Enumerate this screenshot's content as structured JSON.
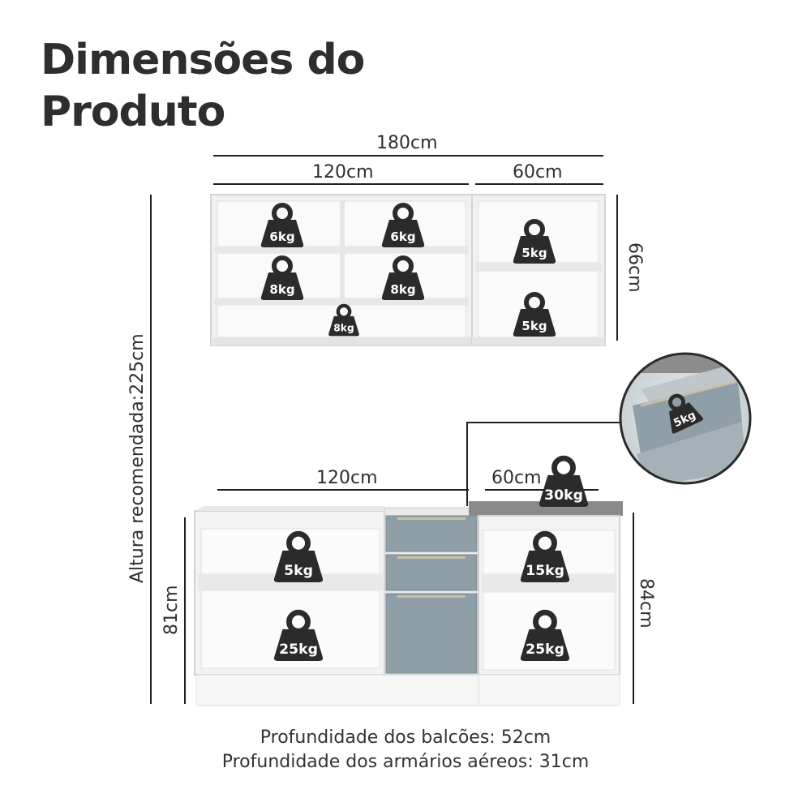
{
  "title": {
    "line1": "Dimensões do",
    "line2": "Produto"
  },
  "dimensions": {
    "total_width": "180cm",
    "upper_left_width": "120cm",
    "upper_right_width": "60cm",
    "upper_height": "66cm",
    "lower_left_width": "120cm",
    "lower_right_width": "60cm",
    "lower_left_height": "81cm",
    "lower_right_height": "84cm",
    "recommended_height": "Altura recomendada:225cm"
  },
  "weights": {
    "upper_l_r1_a": "6kg",
    "upper_l_r1_b": "6kg",
    "upper_l_r2_a": "8kg",
    "upper_l_r2_b": "8kg",
    "upper_l_r3": "8kg",
    "upper_r_r1": "5kg",
    "upper_r_r2": "5kg",
    "lower_l_top": "5kg",
    "lower_l_bottom": "25kg",
    "lower_r_top": "15kg",
    "lower_r_bottom": "25kg",
    "countertop": "30kg",
    "drawer_detail": "5kg"
  },
  "footer": {
    "line1": "Profundidade dos balcões: 52cm",
    "line2": "Profundidade dos armários aéreos: 31cm"
  },
  "colors": {
    "cabinet_white": "#f4f4f4",
    "drawer_gray": "#8e9fa7",
    "countertop_gray": "#8a8a8a",
    "weight_icon": "#2b2b2b"
  }
}
